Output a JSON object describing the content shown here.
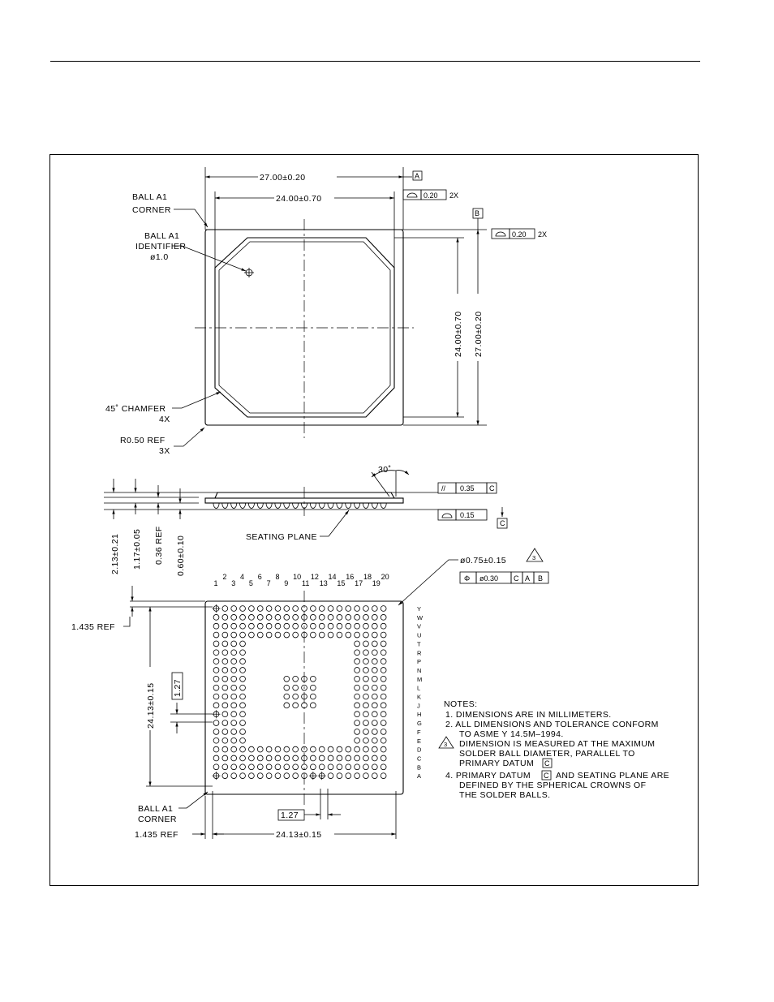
{
  "top_view": {
    "dim_width": "27.00±0.20",
    "dim_inner_width": "24.00±0.70",
    "dim_inner_height": "24.00±0.70",
    "dim_height": "27.00±0.20",
    "datum_a": "A",
    "datum_b": "B",
    "flat_a_value": "0.20",
    "flat_a_mult": "2X",
    "flat_b_value": "0.20",
    "flat_b_mult": "2X",
    "ball_a1_corner_1": "BALL A1",
    "ball_a1_corner_2": "CORNER",
    "ident_1": "BALL A1",
    "ident_2": "IDENTIFIER",
    "ident_3": "ø1.0",
    "chamfer_1": "45˚ CHAMFER",
    "chamfer_2": "4X",
    "radius_1": "R0.50 REF",
    "radius_2": "3X"
  },
  "side_view": {
    "angle": "30˚",
    "parallel_symbol": "//",
    "parallel_value": "0.35",
    "parallel_datum": "C",
    "flat_value": "0.15",
    "datum_c": "C",
    "seating_plane": "SEATING PLANE",
    "dim_total": "2.13±0.21",
    "dim_body": "1.17±0.05",
    "dim_ref": "0.36  REF",
    "dim_ball": "0.60±0.10"
  },
  "bottom_view": {
    "col_odd": [
      "1",
      "3",
      "5",
      "7",
      "9",
      "11",
      "13",
      "15",
      "17",
      "19"
    ],
    "col_even": [
      "2",
      "4",
      "6",
      "8",
      "10",
      "12",
      "14",
      "16",
      "18",
      "20"
    ],
    "row_labels": [
      "Y",
      "W",
      "V",
      "U",
      "T",
      "R",
      "P",
      "N",
      "M",
      "L",
      "K",
      "J",
      "H",
      "G",
      "F",
      "E",
      "D",
      "C",
      "B",
      "A"
    ],
    "ball_dia": "ø0.75±0.15",
    "note_flag": "3",
    "pos_symbol": "Φ",
    "pos_value": "ø0.30",
    "pos_datum_c": "C",
    "pos_datum_a": "A",
    "pos_datum_b": "B",
    "ref_left": "1.435  REF",
    "ref_bottom": "1.435  REF",
    "dim_vertical": "24.13±0.15",
    "dim_horizontal": "24.13±0.15",
    "pitch_v": "1.27",
    "pitch_h": "1.27",
    "corner_1": "BALL A1",
    "corner_2": "CORNER"
  },
  "notes": {
    "heading": "NOTES:",
    "lines": [
      "1.  DIMENSIONS ARE IN MILLIMETERS.",
      "2.  ALL DIMENSIONS AND TOLERANCE CONFORM",
      "TO ASME Y 14.5M–1994.",
      "DIMENSION IS MEASURED AT THE MAXIMUM",
      "SOLDER BALL DIAMETER, PARALLEL TO",
      "PRIMARY DATUM",
      "4.  PRIMARY DATUM",
      "AND SEATING PLANE ARE",
      "DEFINED BY THE SPHERICAL CROWNS OF",
      "THE SOLDER BALLS."
    ],
    "flag": "3",
    "datum_c_1": "C",
    "datum_c_2": "C"
  }
}
